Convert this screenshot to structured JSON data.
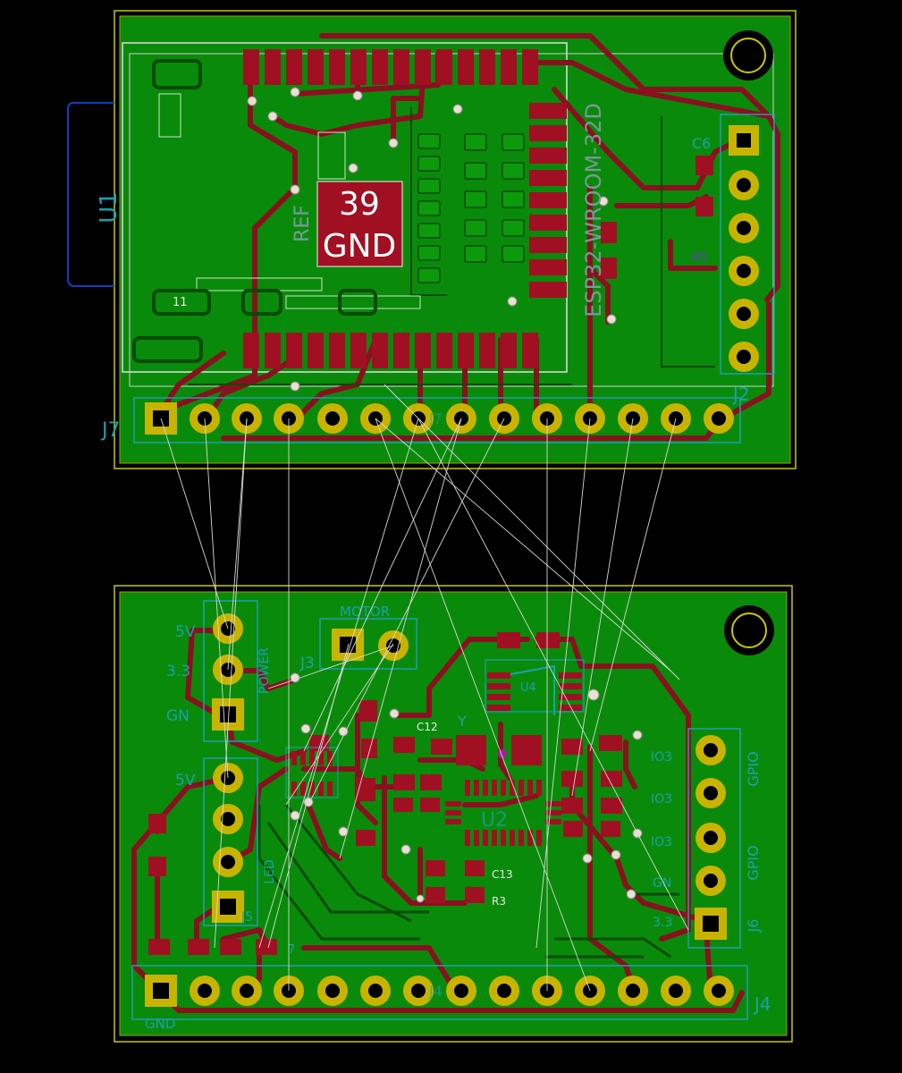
{
  "colors": {
    "background": "#000000",
    "board_fill": "#0a8a0a",
    "copper_trace": "#8a1020",
    "pad_red": "#a01022",
    "pad_gold": "#c8b400",
    "silkscreen_cyan": "#1aa0b0",
    "ratsnest": "#d8d8d8",
    "outline_yellow": "#c8c800"
  },
  "top_board": {
    "module_ref": "U1",
    "module_value": "ESP32-WROOM-32D",
    "module_ref_alt": "REF",
    "pad_highlight_number": "39",
    "pad_highlight_net": "GND",
    "pad_label_11": "11",
    "c6": "C6",
    "r5": "R5",
    "j2": "J2",
    "j7": "J7",
    "header_label": "J7"
  },
  "bottom_board": {
    "label_5v_top": "5V",
    "label_33": "3.3",
    "label_gnd_left": "GN",
    "label_5v_mid": "5V",
    "power_label": "POWER",
    "led_label": "LED",
    "motor_label": "MOTOR",
    "j3": "J3",
    "u4": "U4",
    "c12": "C12",
    "y1": "Y",
    "u2": "U2",
    "c13": "C13",
    "r3": "R3",
    "io32": "IO3",
    "io33": "IO3",
    "io35": "IO3",
    "gnd_right": "GN",
    "label_33_right": "3.3",
    "gpio_top": "GPIO",
    "gpio_bottom": "GPIO",
    "j6": "J6",
    "j4": "J4",
    "j4_inner": "J4",
    "gnd_bottom": "GND",
    "j5": "J5",
    "j7b": "7"
  }
}
